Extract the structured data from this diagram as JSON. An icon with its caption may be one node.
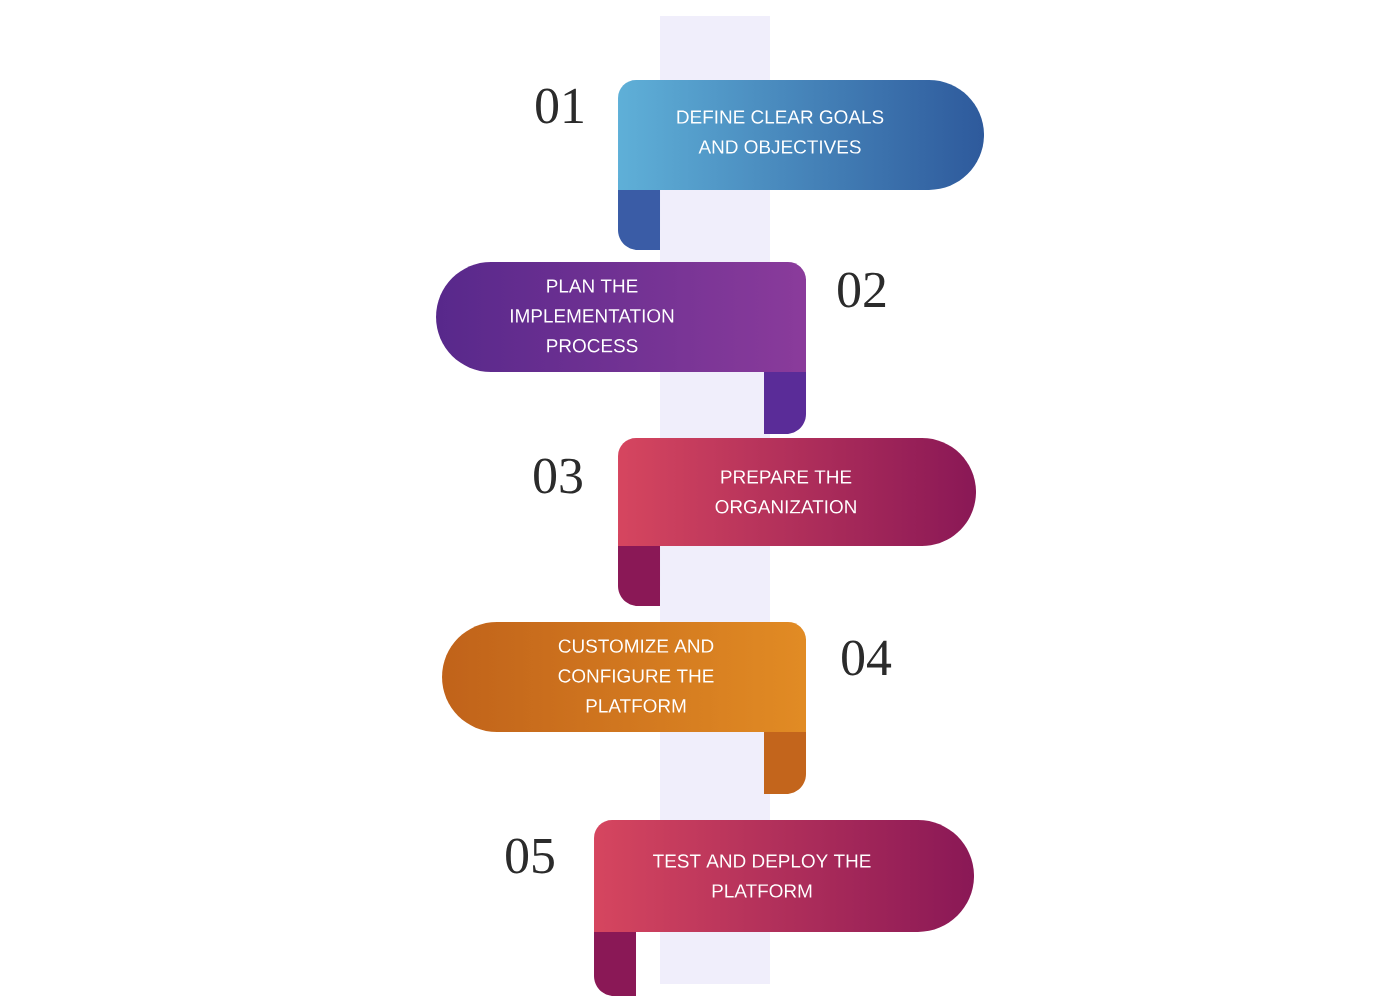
{
  "diagram": {
    "nodes": [
      {
        "text": [],
        "shape": "bar"
      },
      {
        "text": [
          "DEFINE CLEAR GOALS AND OBJECTIVES"
        ],
        "beside": [
          "01"
        ]
      },
      {
        "text": [
          "PLAN THE IMPLEMENTATION PROCESS"
        ],
        "beside": [
          "02"
        ]
      },
      {
        "text": [
          "PREPARE THE ORGANIZATION"
        ],
        "beside": [
          "03"
        ]
      },
      {
        "text": [
          "CUSTOMIZE AND CONFIGURE THE PLATFORM"
        ],
        "beside": [
          "04"
        ]
      },
      {
        "text": [
          "TEST AND DEPLOY THE PLATFORM"
        ],
        "beside": [
          "05"
        ]
      }
    ]
  }
}
